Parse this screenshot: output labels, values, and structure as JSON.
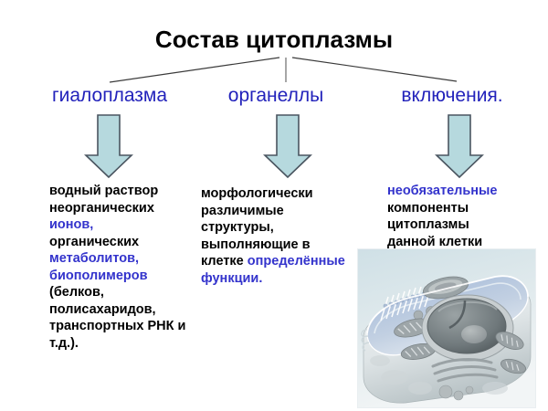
{
  "slide": {
    "title": "Состав цитоплазмы",
    "background_color": "#ffffff",
    "title_color": "#000000",
    "label_color": "#2222bb",
    "highlight_color": "#3333cc",
    "arrow_fill": "#b6d9de",
    "arrow_stroke": "#4a5560"
  },
  "branches": [
    {
      "label": "гиалоплазма",
      "arrow": "down-arrow",
      "lines": [
        [
          {
            "text": "водный раствор",
            "highlight": false
          }
        ],
        [
          {
            "text": "неорганических",
            "highlight": false
          }
        ],
        [
          {
            "text": "ионов,",
            "highlight": true
          }
        ],
        [
          {
            "text": "органических",
            "highlight": false
          }
        ],
        [
          {
            "text": "метаболитов,",
            "highlight": true
          }
        ],
        [
          {
            "text": "биополимеров",
            "highlight": true
          }
        ],
        [
          {
            "text": "(белков,",
            "highlight": false
          }
        ],
        [
          {
            "text": "полисахаридов,",
            "highlight": false
          }
        ],
        [
          {
            "text": "транспортных РНК и",
            "highlight": false
          }
        ],
        [
          {
            "text": "т.д.).",
            "highlight": false
          }
        ]
      ]
    },
    {
      "label": "органеллы",
      "arrow": "down-arrow",
      "lines": [
        [
          {
            "text": "морфологически",
            "highlight": false
          }
        ],
        [
          {
            "text": "различимые",
            "highlight": false
          }
        ],
        [
          {
            "text": "структуры,",
            "highlight": false
          }
        ],
        [
          {
            "text": "выполняющие в",
            "highlight": false
          }
        ],
        [
          {
            "text": "клетке ",
            "highlight": false
          },
          {
            "text": "определённые",
            "highlight": true
          }
        ],
        [
          {
            "text": "функции.",
            "highlight": true
          }
        ]
      ]
    },
    {
      "label": "включения.",
      "arrow": "down-arrow",
      "lines": [
        [
          {
            "text": "необязательные",
            "highlight": true
          }
        ],
        [
          {
            "text": "компоненты",
            "highlight": false
          }
        ],
        [
          {
            "text": "цитоплазмы",
            "highlight": false
          }
        ],
        [
          {
            "text": " данной клетки",
            "highlight": false
          }
        ]
      ]
    }
  ],
  "illustration": {
    "name": "animal-cell-cutaway-illustration",
    "description": "Трёхмерная иллюстрация клетки в разрезе"
  }
}
